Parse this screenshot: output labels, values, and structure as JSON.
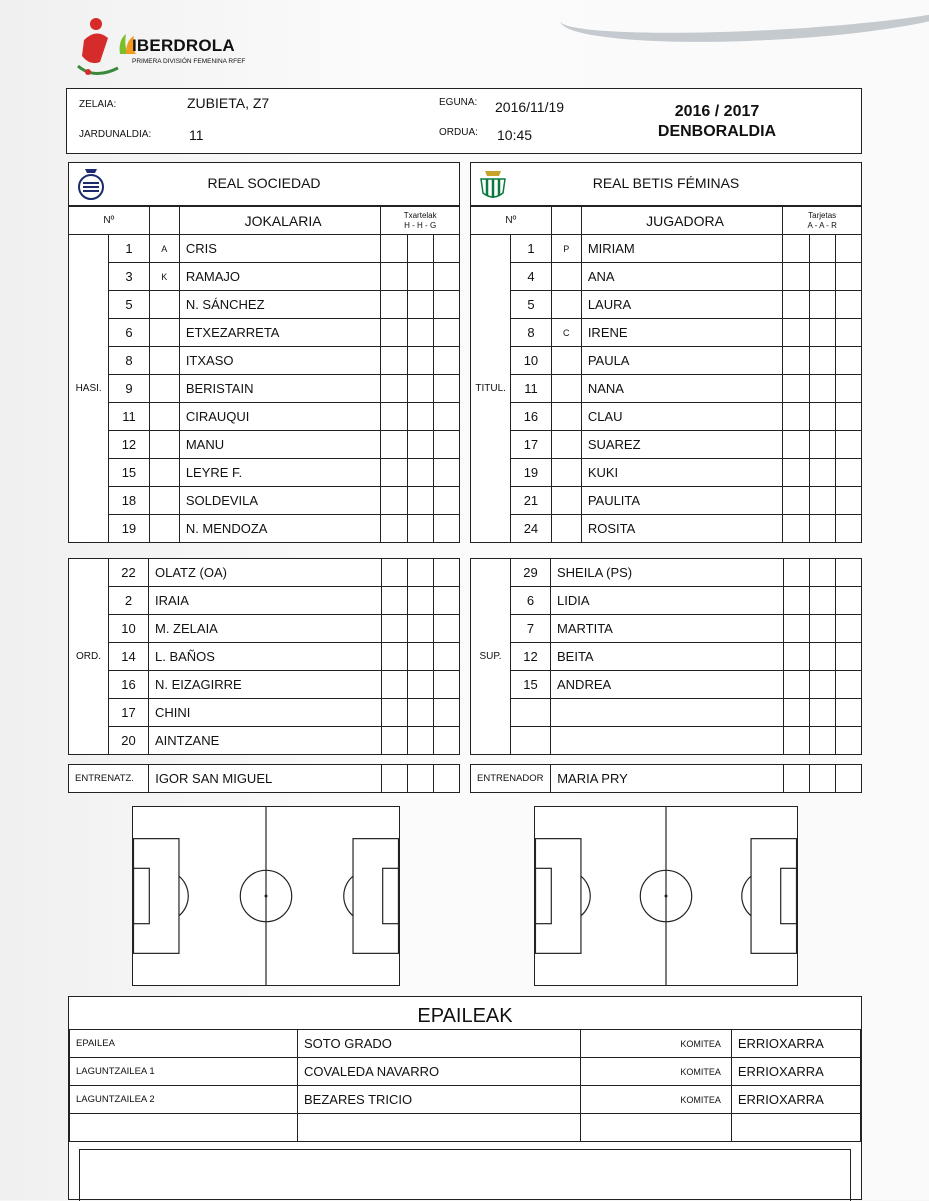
{
  "header": {
    "brand": "IBERDROLA",
    "subtitle": "PRIMERA DIVISIÓN FEMENINA RFEF",
    "zelaia_label": "ZELAIA:",
    "zelaia": "ZUBIETA, Z7",
    "jardunaldia_label": "JARDUNALDIA:",
    "jardunaldia": "11",
    "eguna_label": "EGUNA:",
    "eguna": "2016/11/19",
    "ordua_label": "ORDUA:",
    "ordua": "10:45",
    "season": "2016 / 2017",
    "season_label": "DENBORALDIA"
  },
  "home": {
    "team": "REAL SOCIEDAD",
    "col_num": "Nº",
    "col_player": "JOKALARIA",
    "col_cards": "Txartelak",
    "col_cards_sub": "H - H - G",
    "starters_label": "HASI.",
    "subs_label": "ORD.",
    "coach_label": "ENTRENATZ.",
    "coach": "IGOR SAN MIGUEL",
    "starters": [
      {
        "num": "1",
        "role": "A",
        "name": "CRIS"
      },
      {
        "num": "3",
        "role": "K",
        "name": "RAMAJO"
      },
      {
        "num": "5",
        "role": "",
        "name": "N. SÁNCHEZ"
      },
      {
        "num": "6",
        "role": "",
        "name": "ETXEZARRETA"
      },
      {
        "num": "8",
        "role": "",
        "name": "ITXASO"
      },
      {
        "num": "9",
        "role": "",
        "name": "BERISTAIN"
      },
      {
        "num": "11",
        "role": "",
        "name": "CIRAUQUI"
      },
      {
        "num": "12",
        "role": "",
        "name": "MANU"
      },
      {
        "num": "15",
        "role": "",
        "name": "LEYRE F."
      },
      {
        "num": "18",
        "role": "",
        "name": "SOLDEVILA"
      },
      {
        "num": "19",
        "role": "",
        "name": "N. MENDOZA"
      }
    ],
    "subs": [
      {
        "num": "22",
        "name": "OLATZ (OA)"
      },
      {
        "num": "2",
        "name": "IRAIA"
      },
      {
        "num": "10",
        "name": "M. ZELAIA"
      },
      {
        "num": "14",
        "name": "L. BAÑOS"
      },
      {
        "num": "16",
        "name": "N. EIZAGIRRE"
      },
      {
        "num": "17",
        "name": "CHINI"
      },
      {
        "num": "20",
        "name": "AINTZANE"
      }
    ]
  },
  "away": {
    "team": "REAL BETIS FÉMINAS",
    "col_num": "Nº",
    "col_player": "JUGADORA",
    "col_cards": "Tarjetas",
    "col_cards_sub": "A - A - R",
    "starters_label": "TITUL.",
    "subs_label": "SUP.",
    "coach_label": "ENTRENADOR",
    "coach": "MARIA PRY",
    "starters": [
      {
        "num": "1",
        "role": "P",
        "name": "MIRIAM"
      },
      {
        "num": "4",
        "role": "",
        "name": "ANA"
      },
      {
        "num": "5",
        "role": "",
        "name": "LAURA"
      },
      {
        "num": "8",
        "role": "C",
        "name": "IRENE"
      },
      {
        "num": "10",
        "role": "",
        "name": "PAULA"
      },
      {
        "num": "11",
        "role": "",
        "name": "NANA"
      },
      {
        "num": "16",
        "role": "",
        "name": "CLAU"
      },
      {
        "num": "17",
        "role": "",
        "name": "SUAREZ"
      },
      {
        "num": "19",
        "role": "",
        "name": "KUKI"
      },
      {
        "num": "21",
        "role": "",
        "name": "PAULITA"
      },
      {
        "num": "24",
        "role": "",
        "name": "ROSITA"
      }
    ],
    "subs": [
      {
        "num": "29",
        "name": "SHEILA (PS)"
      },
      {
        "num": "6",
        "name": "LIDIA"
      },
      {
        "num": "7",
        "name": "MARTITA"
      },
      {
        "num": "12",
        "name": "BEITA"
      },
      {
        "num": "15",
        "name": "ANDREA"
      },
      {
        "num": "",
        "name": ""
      },
      {
        "num": "",
        "name": ""
      }
    ]
  },
  "referees": {
    "title": "EPAILEAK",
    "rows": [
      {
        "role": "EPAILEA",
        "name": "SOTO GRADO",
        "kom_label": "KOMITEA",
        "kom": "ERRIOXARRA"
      },
      {
        "role": "LAGUNTZAILEA 1",
        "name": "COVALEDA NAVARRO",
        "kom_label": "KOMITEA",
        "kom": "ERRIOXARRA"
      },
      {
        "role": "LAGUNTZAILEA 2",
        "name": "BEZARES TRICIO",
        "kom_label": "KOMITEA",
        "kom": "ERRIOXARRA"
      },
      {
        "role": "",
        "name": "",
        "kom_label": "",
        "kom": ""
      }
    ]
  }
}
